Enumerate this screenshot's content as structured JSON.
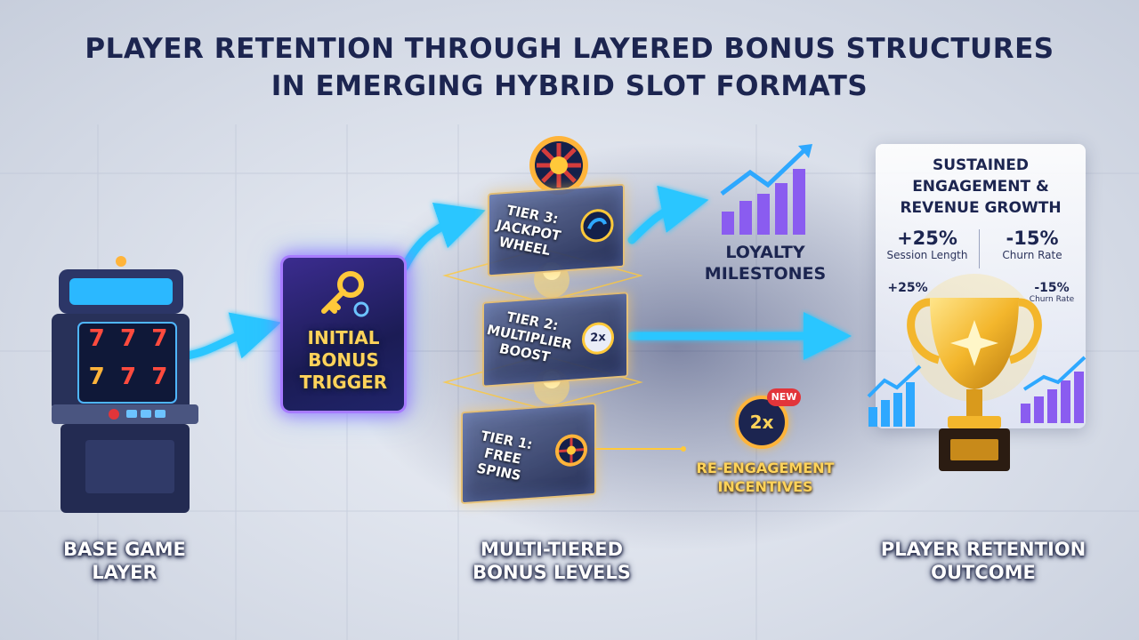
{
  "title": {
    "line1": "PLAYER RETENTION THROUGH LAYERED BONUS STRUCTURES",
    "line2": "IN EMERGING HYBRID SLOT FORMATS"
  },
  "stages": {
    "base_game": {
      "line1": "BASE GAME",
      "line2": "LAYER"
    },
    "bonus_levels": {
      "line1": "MULTI-TIERED",
      "line2": "BONUS LEVELS"
    },
    "outcome": {
      "line1": "PLAYER RETENTION",
      "line2": "OUTCOME"
    }
  },
  "slot_machine": {
    "reel_symbols": [
      "7",
      "7",
      "7",
      "7",
      "7",
      "7"
    ]
  },
  "trigger": {
    "line1": "INITIAL",
    "line2": "BONUS",
    "line3": "TRIGGER"
  },
  "tiers": [
    {
      "line1": "TIER 3:",
      "line2": "JACKPOT",
      "line3": "WHEEL"
    },
    {
      "line1": "TIER 2:",
      "line2": "MULTIPLIER",
      "line3": "BOOST",
      "badge": "2x"
    },
    {
      "line1": "TIER 1:",
      "line2": "FREE SPINS"
    }
  ],
  "loyalty": {
    "line1": "LOYALTY",
    "line2": "MILESTONES"
  },
  "reengagement": {
    "badge": "2x",
    "tag": "NEW",
    "line1": "RE-ENGAGEMENT",
    "line2": "INCENTIVES"
  },
  "outcome_card": {
    "heading1": "SUSTAINED",
    "heading2": "ENGAGEMENT &",
    "heading3": "REVENUE GROWTH",
    "kpis": [
      {
        "value": "+25%",
        "label": "Session Length"
      },
      {
        "value": "-15%",
        "label": "Churn Rate"
      }
    ],
    "small_kpis": [
      {
        "value": "+25%"
      },
      {
        "value": "-15%",
        "label": "Churn Rate"
      }
    ]
  },
  "colors": {
    "title": "#1c2550",
    "arrow": "#29c6ff",
    "gold": "#ffc93a",
    "trigger_glow": "#a77bff",
    "chart_purple": "#8a5cf0",
    "chart_blue": "#2ea8ff"
  },
  "icons": [
    "slot-machine-icon",
    "key-icon",
    "roulette-wheel-icon",
    "multiplier-badge-icon",
    "bar-chart-icon",
    "trophy-icon"
  ]
}
